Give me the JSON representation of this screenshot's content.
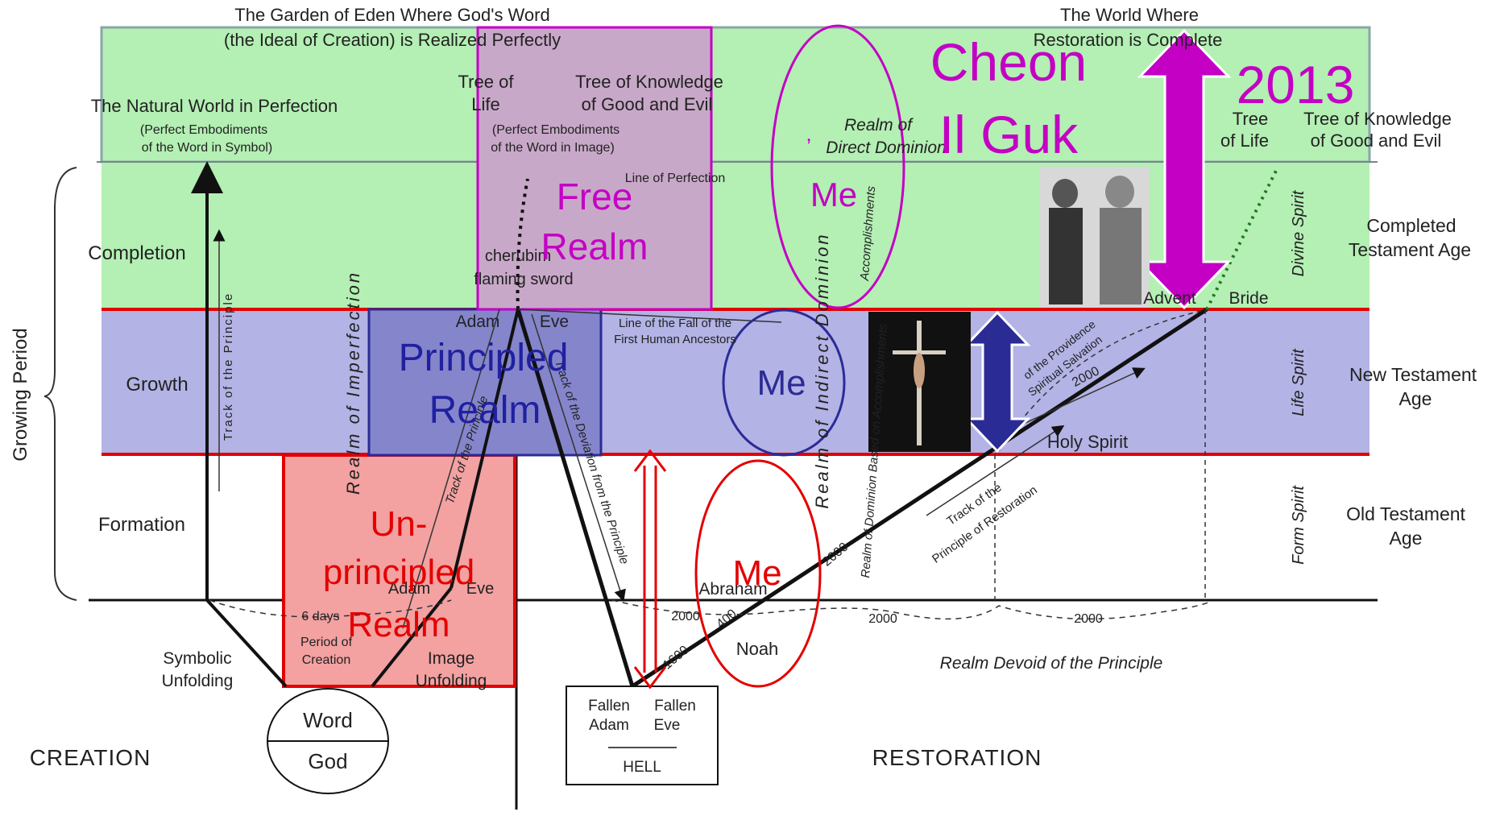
{
  "top": {
    "eden_title_1": "The Garden of Eden Where God's Word",
    "eden_title_2": "(the Ideal of Creation) is Realized Perfectly",
    "world_title_1": "The World Where",
    "world_title_2": "Restoration is Complete",
    "natural_world": "The Natural World in Perfection",
    "perfect_symbol_1": "(Perfect Embodiments",
    "perfect_symbol_2": "of the Word in Symbol)",
    "tree_of_life_1": "Tree of",
    "tree_of_life_2": "Life",
    "tree_knowledge_1": "Tree of  Knowledge",
    "tree_knowledge_2": "of Good and Evil",
    "perfect_image_1": "(Perfect Embodiments",
    "perfect_image_2": "of the Word in Image)",
    "realm_direct_1": "Realm of",
    "realm_direct_2": "Direct Dominion",
    "right_tree_life_1": "Tree",
    "right_tree_life_2": "of Life",
    "right_tree_knowledge_1": "Tree of  Knowledge",
    "right_tree_knowledge_2": "of Good and Evil"
  },
  "rows": {
    "completion": "Completion",
    "growth": "Growth",
    "formation": "Formation",
    "growing_period": "Growing Period",
    "completed_testament_1": "Completed",
    "completed_testament_2": "Testament Age",
    "new_testament_1": "New Testament",
    "new_testament_2": "Age",
    "old_testament_1": "Old Testament",
    "old_testament_2": "Age",
    "divine_spirit": "Divine Spirit",
    "life_spirit": "Life Spirit",
    "form_spirit": "Form Spirit"
  },
  "labels": {
    "line_of_perfection": "Line of Perfection",
    "cherubim": "cherubim",
    "flaming_sword": "flaming sword",
    "adam_top": "Adam",
    "eve_top": "Eve",
    "line_of_fall_1": "Line of the Fall of the",
    "line_of_fall_2": "First Human Ancestors",
    "track_of_principle": "Track of the Principle",
    "realm_imperfection": "Realm of Imperfection",
    "realm_indirect": "Realm of Indirect Dominion",
    "track_of_principle_2": "Track of the Principle",
    "track_deviation": "Track of the Deviation from the Principle",
    "realm_accomplishments": "Realm of Dominion Based on Accomplishments",
    "accomplishments_short": "Accomplishments",
    "adam_low": "Adam",
    "eve_low": "Eve",
    "six_days": "6 days",
    "period_creation_1": "Period of",
    "period_creation_2": "Creation",
    "symbolic_unfolding_1": "Symbolic",
    "symbolic_unfolding_2": "Unfolding",
    "image_unfolding_1": "Image",
    "image_unfolding_2": "Unfolding",
    "word": "Word",
    "god": "God",
    "creation": "CREATION",
    "restoration": "RESTORATION",
    "fallen_adam_1": "Fallen",
    "fallen_adam_2": "Adam",
    "fallen_eve_1": "Fallen",
    "fallen_eve_2": "Eve",
    "hell": "HELL",
    "abraham": "Abraham",
    "noah": "Noah",
    "n2000a": "2000",
    "n2000b": "2000",
    "n2000c": "2000",
    "n2000d": "2000",
    "n2000e": "2000",
    "n1600": "1600",
    "n400": "400",
    "realm_devoid": "Realm Devoid of the Principle",
    "holy_spirit": "Holy Spirit",
    "bride": "Bride",
    "advent": "Advent",
    "track_restoration_1": "Track of the",
    "track_restoration_2": "Principle of Restoration",
    "providence_1": "of the Providence",
    "providence_2": "Spiritual Salvation"
  },
  "overlays": {
    "free_realm_1": "Free",
    "free_realm_2": "Realm",
    "principled_realm_1": "Principled",
    "principled_realm_2": "Realm",
    "unprincipled_1": "Un-",
    "unprincipled_2": "principled",
    "unprincipled_3": "Realm",
    "me_top": "Me",
    "me_mid": "Me",
    "me_low": "Me",
    "comma": ",",
    "cheon_1": "Cheon",
    "cheon_2": "Il Guk",
    "year": "2013"
  },
  "colors": {
    "green_band": "#b4efb4",
    "blue_band": "#b3b3e6",
    "magenta": "#c400c4",
    "red": "#e30000",
    "navy": "#2b2b96",
    "red_box": "#f3a1a1",
    "blue_box": "#8585cc",
    "free_box": "#c8a8c8"
  }
}
